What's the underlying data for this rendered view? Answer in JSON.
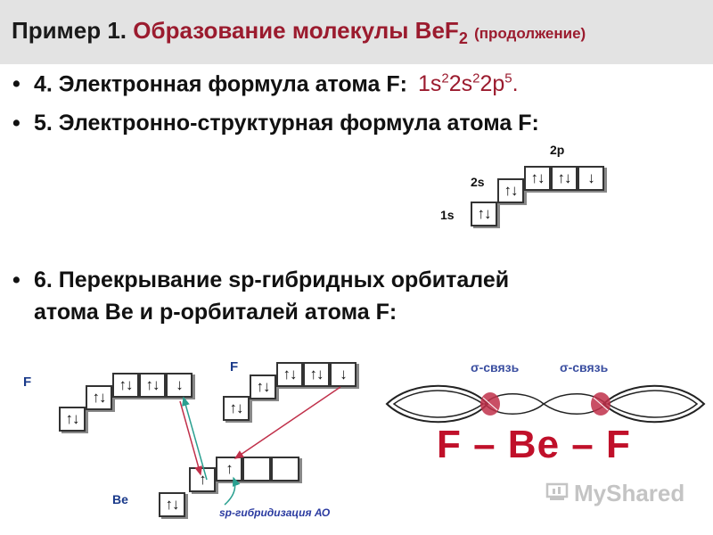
{
  "title": {
    "prefix": "Пример 1.",
    "main": "Образование молекулы BeF",
    "sub": "2",
    "note": "(продолжение)"
  },
  "items": [
    {
      "text": "4. Электронная формула атома F:",
      "formula": [
        "1s",
        "2",
        "2s",
        "2",
        "2p",
        "5",
        "."
      ]
    },
    {
      "text": "5. Электронно-структурная формула атома F:"
    },
    {
      "text": "6. Перекрывание  sp-гибридных орбиталей"
    },
    {
      "text": "атома Be и p-орбиталей атома F:"
    }
  ],
  "orbital_labels": {
    "s1": "1s",
    "s2": "2s",
    "p2": "2p"
  },
  "cells": {
    "pair": "↑↓",
    "single": "↓",
    "up": "↑"
  },
  "atoms": {
    "f_left": "F",
    "f_right": "F",
    "be": "Be"
  },
  "hybrid_caption": "sp-гибридизация АО",
  "sigma": [
    "σ-связь",
    "σ-связь"
  ],
  "molecule": "F – Be – F",
  "watermark": "MyShared",
  "colors": {
    "accent_red": "#9b1b2e",
    "molecule_red": "#c0102a",
    "blue": "#1a3a8a",
    "arrow_red": "#c0304a",
    "arrow_teal": "#2aa090"
  }
}
